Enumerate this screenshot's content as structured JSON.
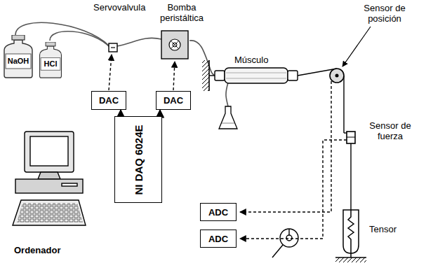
{
  "diagram": {
    "nodes": [
      {
        "text": [
          "NaOH"
        ]
      },
      {
        "text": [
          "HCl"
        ]
      },
      {
        "text": [
          "DAC"
        ]
      },
      {
        "text": [
          "DAC"
        ]
      },
      {
        "text": [
          "NI DAQ 6024E"
        ]
      },
      {
        "text": [
          "ADC"
        ]
      },
      {
        "text": [
          "ADC"
        ]
      }
    ],
    "edges": [
      {
        "from": 4,
        "to": 2,
        "arrow": "to"
      },
      {
        "from": 4,
        "to": 3,
        "arrow": "to"
      }
    ],
    "labels": [
      "Servovalvula",
      "Bomba peristáltica",
      "Músculo",
      "Sensor de posición",
      "Sensor de fuerza",
      "Tensor",
      "Ordenador"
    ]
  }
}
